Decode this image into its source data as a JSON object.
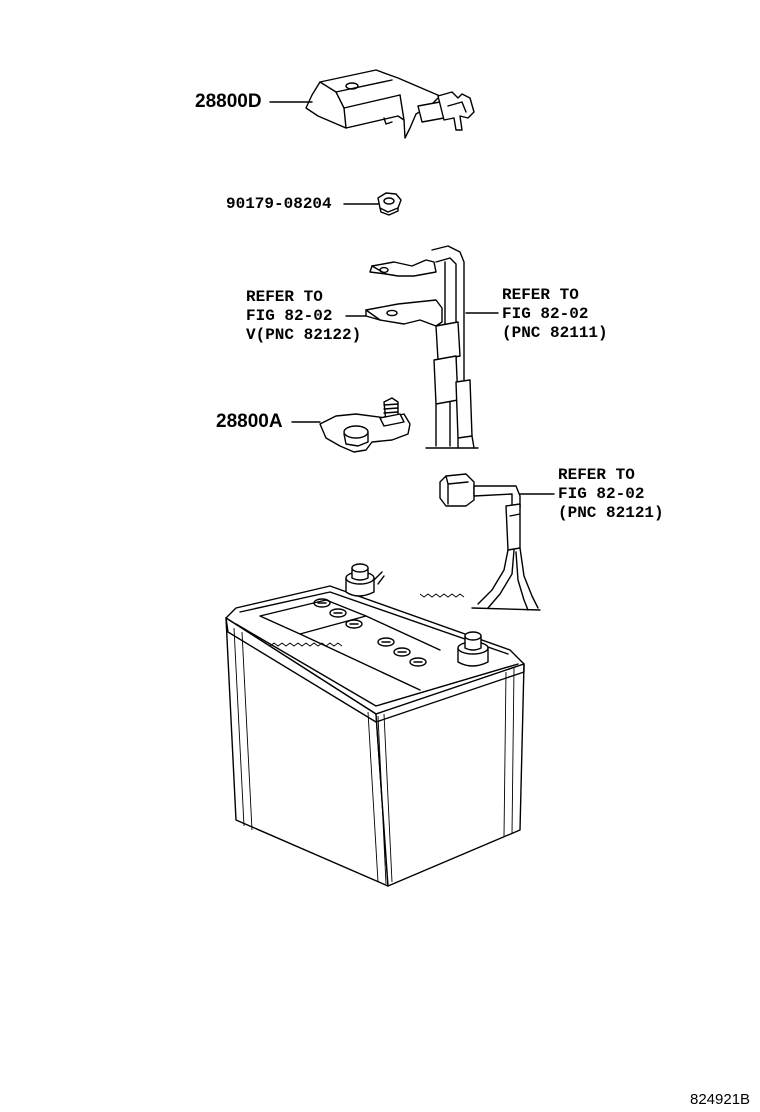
{
  "labels": {
    "part_28800D": "28800D",
    "part_nut": "90179-08204",
    "part_28800A": "28800A",
    "ref_left": [
      "REFER TO",
      "FIG 82-02",
      "V(PNC 82122)"
    ],
    "ref_right": [
      "REFER TO",
      "FIG 82-02",
      "(PNC 82111)"
    ],
    "ref_lower": [
      "REFER TO",
      "FIG 82-02",
      "(PNC 82121)"
    ],
    "figure_id": "824921B"
  }
}
